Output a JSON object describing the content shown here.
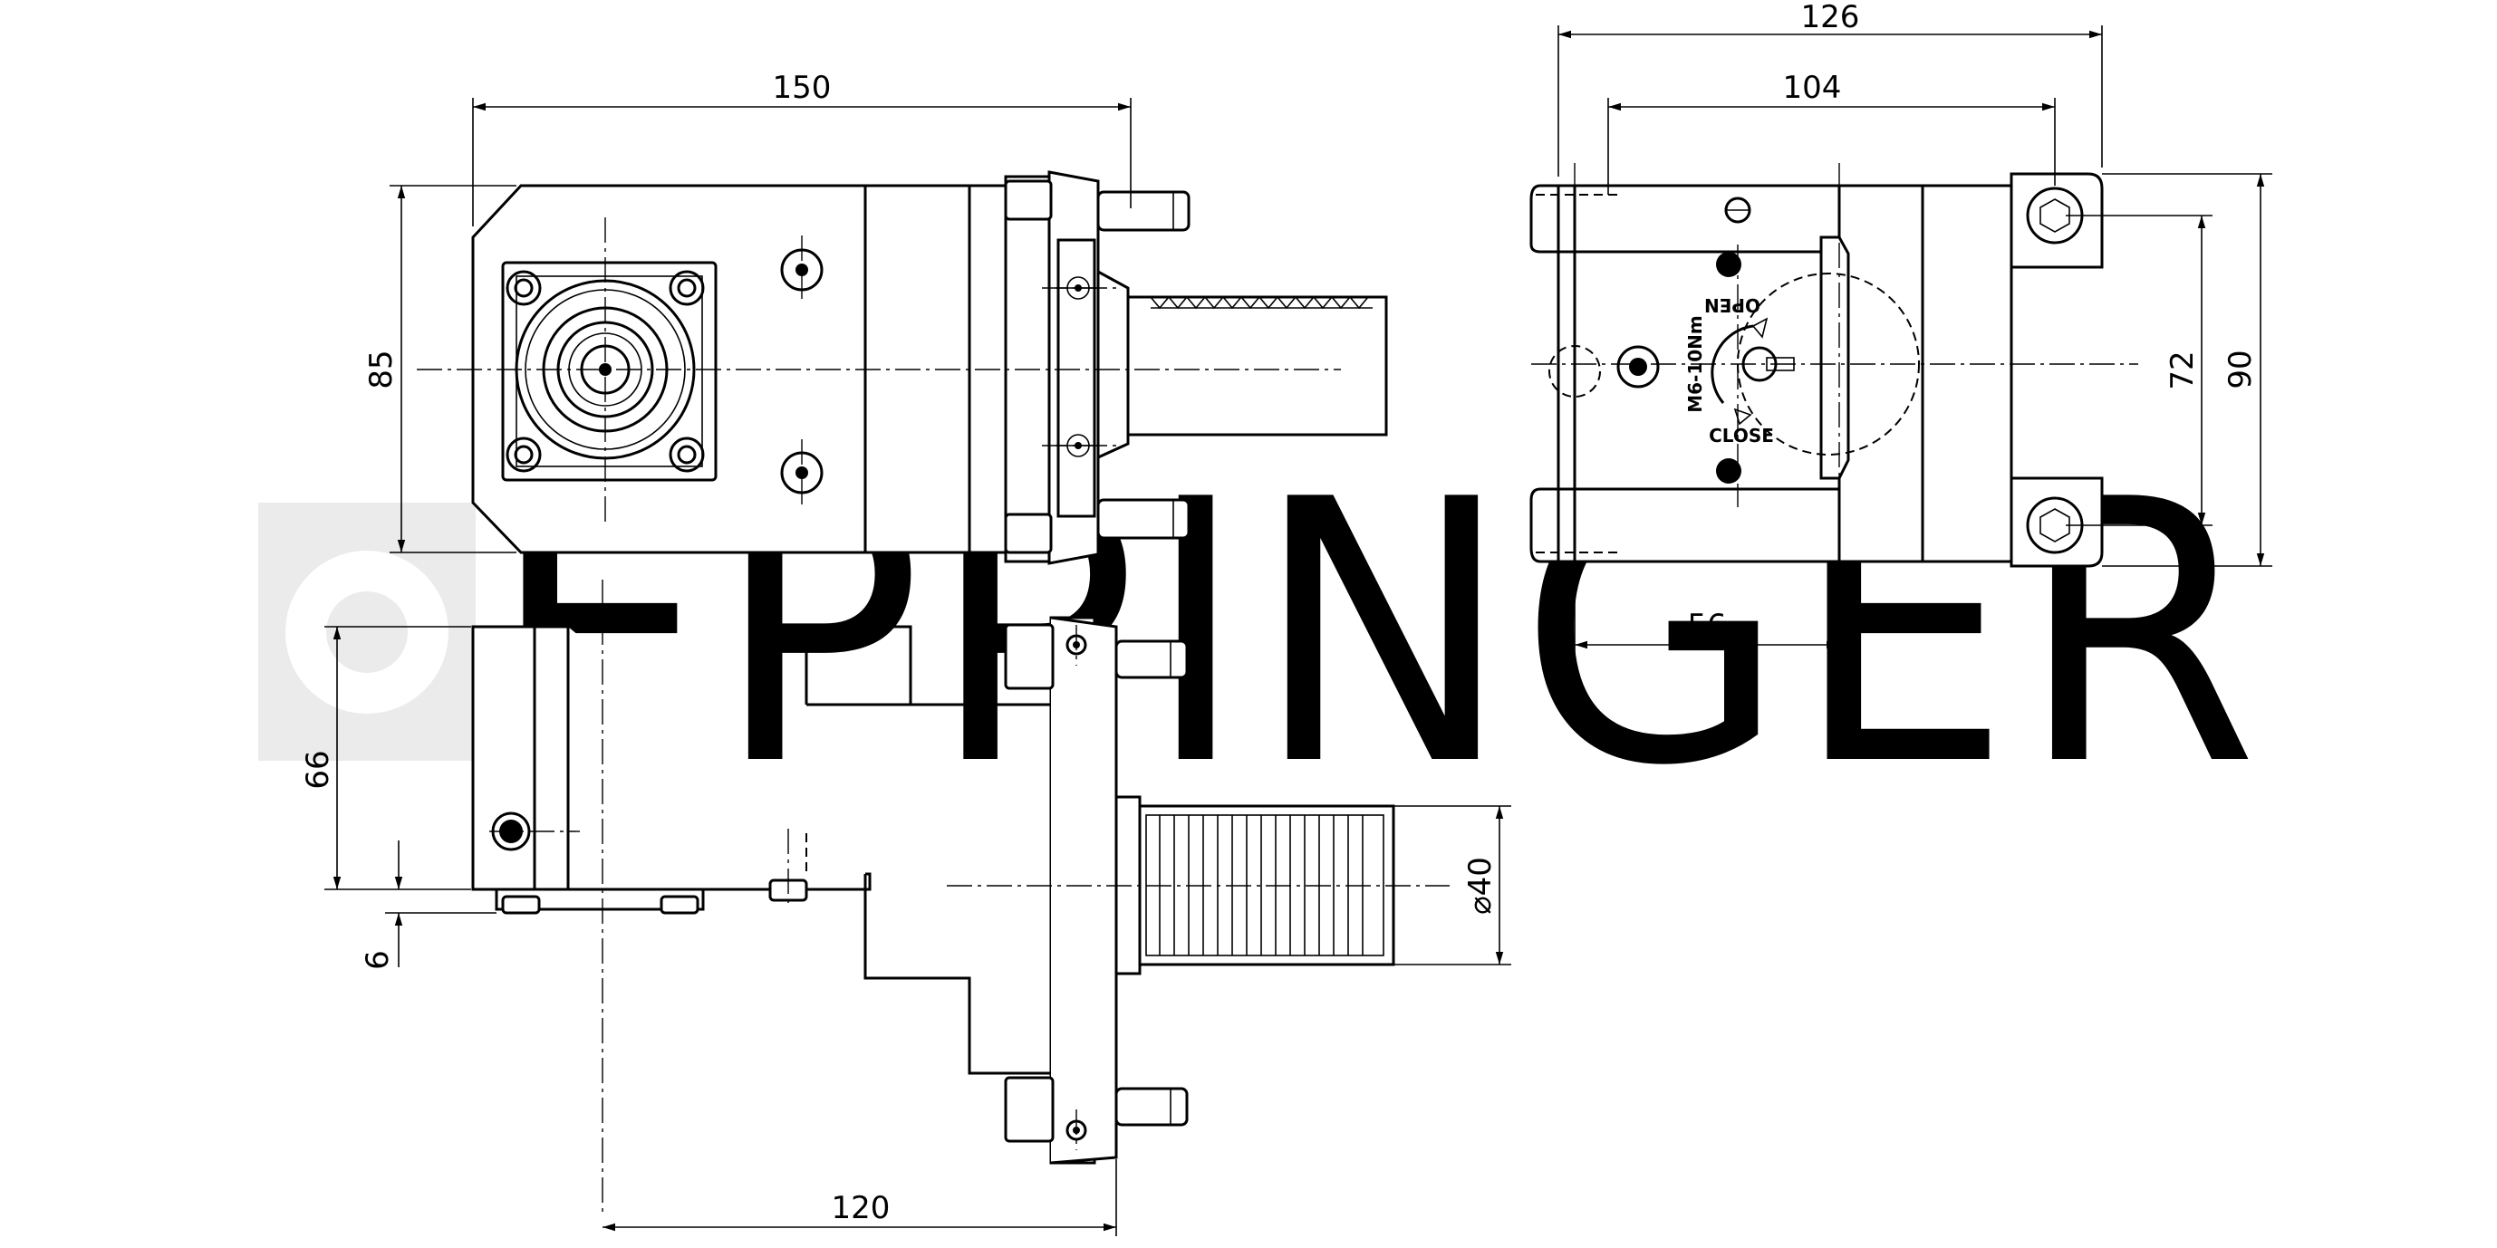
{
  "watermark": {
    "text": "EPPINGER"
  },
  "front_view": {
    "dim_width": "150",
    "dim_height": "85"
  },
  "end_view": {
    "dim_overall_width": "126",
    "dim_bolt_spacing": "104",
    "dim_inner_height": "72",
    "dim_overall_height": "90",
    "dim_center_offset": "56",
    "label_open": "OPEN",
    "label_close": "CLOSE",
    "label_torque": "M6-10Nm"
  },
  "side_view": {
    "dim_height": "66",
    "dim_step": "6",
    "dim_length": "120",
    "dim_shank_diameter": "⌀40"
  }
}
